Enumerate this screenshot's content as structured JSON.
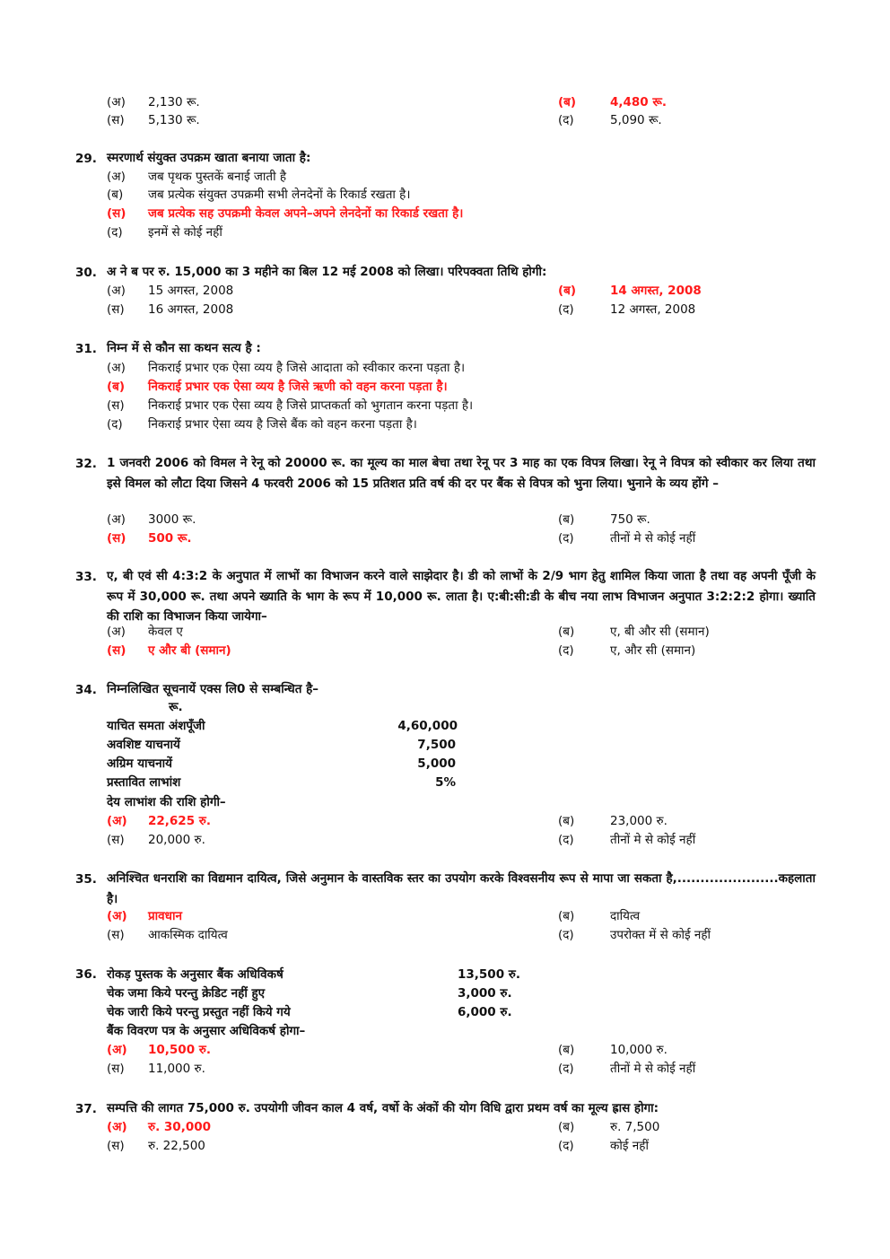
{
  "q28_tail": {
    "options": [
      {
        "label": "(अ)",
        "text": "2,130 रू.",
        "correct": false
      },
      {
        "label": "(ब)",
        "text": "4,480 रू.",
        "correct": true
      },
      {
        "label": "(स)",
        "text": "5,130 रू.",
        "correct": false
      },
      {
        "label": "(द)",
        "text": "5,090 रू.",
        "correct": false
      }
    ]
  },
  "q29": {
    "number": "29.",
    "text": "स्मरणार्थ संयुक्त उपक्रम खाता बनाया जाता है:",
    "options": [
      {
        "label": "(अ)",
        "text": "जब पृथक पुस्तकें बनाई जाती है",
        "correct": false
      },
      {
        "label": "(ब)",
        "text": "जब प्रत्येक संयुक्त उपक्रमी सभी लेनदेनों के रिकार्ड रखता है।",
        "correct": false
      },
      {
        "label": "(स)",
        "text": "जब प्रत्येक सह उपक्रमी केवल अपने–अपने लेनदेनों का रिकार्ड रखता है।",
        "correct": true
      },
      {
        "label": "(द)",
        "text": "इनमें से कोई नहीं",
        "correct": false
      }
    ]
  },
  "q30": {
    "number": "30.",
    "text": "अ ने ब पर रु. 15,000 का 3 महीने का बिल 12 मई 2008 को लिखा। परिपक्वता तिथि होगी:",
    "options": [
      {
        "label": "(अ)",
        "text": "15 अगस्त, 2008",
        "correct": false
      },
      {
        "label": "(ब)",
        "text": "14 अगस्त, 2008",
        "correct": true
      },
      {
        "label": "(स)",
        "text": "16 अगस्त, 2008",
        "correct": false
      },
      {
        "label": "(द)",
        "text": "12 अगस्त, 2008",
        "correct": false
      }
    ]
  },
  "q31": {
    "number": "31.",
    "text": "निम्न में से कौन सा कथन सत्य है :",
    "options": [
      {
        "label": "(अ)",
        "text": "निकराई प्रभार एक ऐसा व्यय है जिसे आदाता को स्वीकार करना पड़ता है।",
        "correct": false
      },
      {
        "label": "(ब)",
        "text": "निकराई प्रभार एक ऐसा व्यय है जिसे ऋणी को वहन करना पड़ता है।",
        "correct": true
      },
      {
        "label": "(स)",
        "text": "निकराई प्रभार एक ऐसा व्यय है जिसे प्राप्तकर्ता को भुगतान करना पड़ता है।",
        "correct": false
      },
      {
        "label": "(द)",
        "text": "निकराई प्रभार ऐसा व्यय है जिसे बैंक को वहन करना पड़ता है।",
        "correct": false
      }
    ]
  },
  "q32": {
    "number": "32.",
    "text": "1 जनवरी 2006 को विमल ने रेनू को 20000 रू. का मूल्य का माल बेचा तथा रेनू पर 3 माह का एक विपत्र लिखा। रेनू ने विपत्र को स्वीकार कर लिया तथा इसे विमल को लौटा दिया जिसने 4 फरवरी 2006 को 15 प्रतिशत प्रति वर्ष की दर पर बैंक से विपत्र को भुना लिया। भुनाने के व्यय होंगे –",
    "options": [
      {
        "label": "(अ)",
        "text": "3000 रू.",
        "correct": false
      },
      {
        "label": "(ब)",
        "text": "750 रू.",
        "correct": false
      },
      {
        "label": "(स)",
        "text": "500 रू.",
        "correct": true
      },
      {
        "label": "(द)",
        "text": "तीनों मे से कोई नहीं",
        "correct": false
      }
    ]
  },
  "q33": {
    "number": "33.",
    "text": "ए, बी एवं सी 4:3:2 के अनुपात में लाभों का विभाजन करने वाले साझेदार है। डी को लाभों के 2/9 भाग हेतु शामिल किया जाता है तथा वह अपनी पूँजी के रूप में 30,000 रू. तथा अपने ख्याति के भाग के रूप में 10,000 रू. लाता है। ए:बी:सी:डी के बीच नया लाभ विभाजन अनुपात 3:2:2:2 होगा। ख्याति की राशि का विभाजन किया जायेगा–",
    "options": [
      {
        "label": "(अ)",
        "text": "केवल ए",
        "correct": false
      },
      {
        "label": "(ब)",
        "text": "ए, बी और सी (समान)",
        "correct": false
      },
      {
        "label": "(स)",
        "text": "ए और बी (समान)",
        "correct": true
      },
      {
        "label": "(द)",
        "text": "ए, और सी (समान)",
        "correct": false
      }
    ]
  },
  "q34": {
    "number": "34.",
    "text": "निम्नलिखित सूचनायें एक्स लि0 से सम्बन्धित है–",
    "currency_header": "रू.",
    "rows": [
      {
        "label": "याचित समता अंशपूँजी",
        "value": "4,60,000"
      },
      {
        "label": "अवशिष्ट याचनायें",
        "value": "7,500"
      },
      {
        "label": "अग्रिम याचनायें",
        "value": "5,000"
      },
      {
        "label": "प्रस्तावित लाभांश",
        "value": "5%"
      }
    ],
    "subquestion": "देय लाभांश की राशि होगी–",
    "options": [
      {
        "label": "(अ)",
        "text": "22,625 रु.",
        "correct": true
      },
      {
        "label": "(ब)",
        "text": "23,000 रु.",
        "correct": false
      },
      {
        "label": "(स)",
        "text": "20,000 रु.",
        "correct": false
      },
      {
        "label": "(द)",
        "text": "तीनों मे से कोई नहीं",
        "correct": false
      }
    ]
  },
  "q35": {
    "number": "35.",
    "text": "अनिश्चित धनराशि का विद्यमान दायित्व, जिसे अनुमान के वास्तविक स्तर का उपयोग करके विश्वसनीय रूप से मापा जा सकता है,......................कहलाता है।",
    "options": [
      {
        "label": "(अ)",
        "text": "प्रावधान",
        "correct": true
      },
      {
        "label": "(ब)",
        "text": "दायित्व",
        "correct": false
      },
      {
        "label": "(स)",
        "text": "आकस्मिक दायित्व",
        "correct": false
      },
      {
        "label": "(द)",
        "text": "उपरोक्त में से कोई नहीं",
        "correct": false
      }
    ]
  },
  "q36": {
    "number": "36.",
    "rows": [
      {
        "label": "रोकड़ पुस्तक के अनुसार बैंक अधिविकर्ष",
        "value": "13,500 रु."
      },
      {
        "label": "चेक जमा किये परन्तु क्रेडिट नहीं हुए",
        "value": "3,000 रु."
      },
      {
        "label": "चेक जारी किये परन्तु प्रस्तुत नहीं किये गये",
        "value": "6,000 रु."
      }
    ],
    "subquestion": "बैंक विवरण पत्र के अनुसार अधिविकर्ष होगा–",
    "options": [
      {
        "label": "(अ)",
        "text": "10,500 रु.",
        "correct": true
      },
      {
        "label": "(ब)",
        "text": "10,000 रु.",
        "correct": false
      },
      {
        "label": "(स)",
        "text": "11,000 रु.",
        "correct": false
      },
      {
        "label": "(द)",
        "text": "तीनों मे से कोई नहीं",
        "correct": false
      }
    ]
  },
  "q37": {
    "number": "37.",
    "text": "सम्पत्ति की लागत 75,000 रु. उपयोगी जीवन काल 4 वर्ष, वर्षो के अंकों की योग विधि द्वारा प्रथम वर्ष का मूल्य ह्रास होगा:",
    "options": [
      {
        "label": "(अ)",
        "text": "रु. 30,000",
        "correct": true
      },
      {
        "label": "(ब)",
        "text": "रु. 7,500",
        "correct": false
      },
      {
        "label": "(स)",
        "text": "रु. 22,500",
        "correct": false
      },
      {
        "label": "(द)",
        "text": "कोई नहीं",
        "correct": false
      }
    ]
  },
  "colors": {
    "text": "#111111",
    "correct_answer": "#ff1a1a",
    "background": "#ffffff"
  }
}
